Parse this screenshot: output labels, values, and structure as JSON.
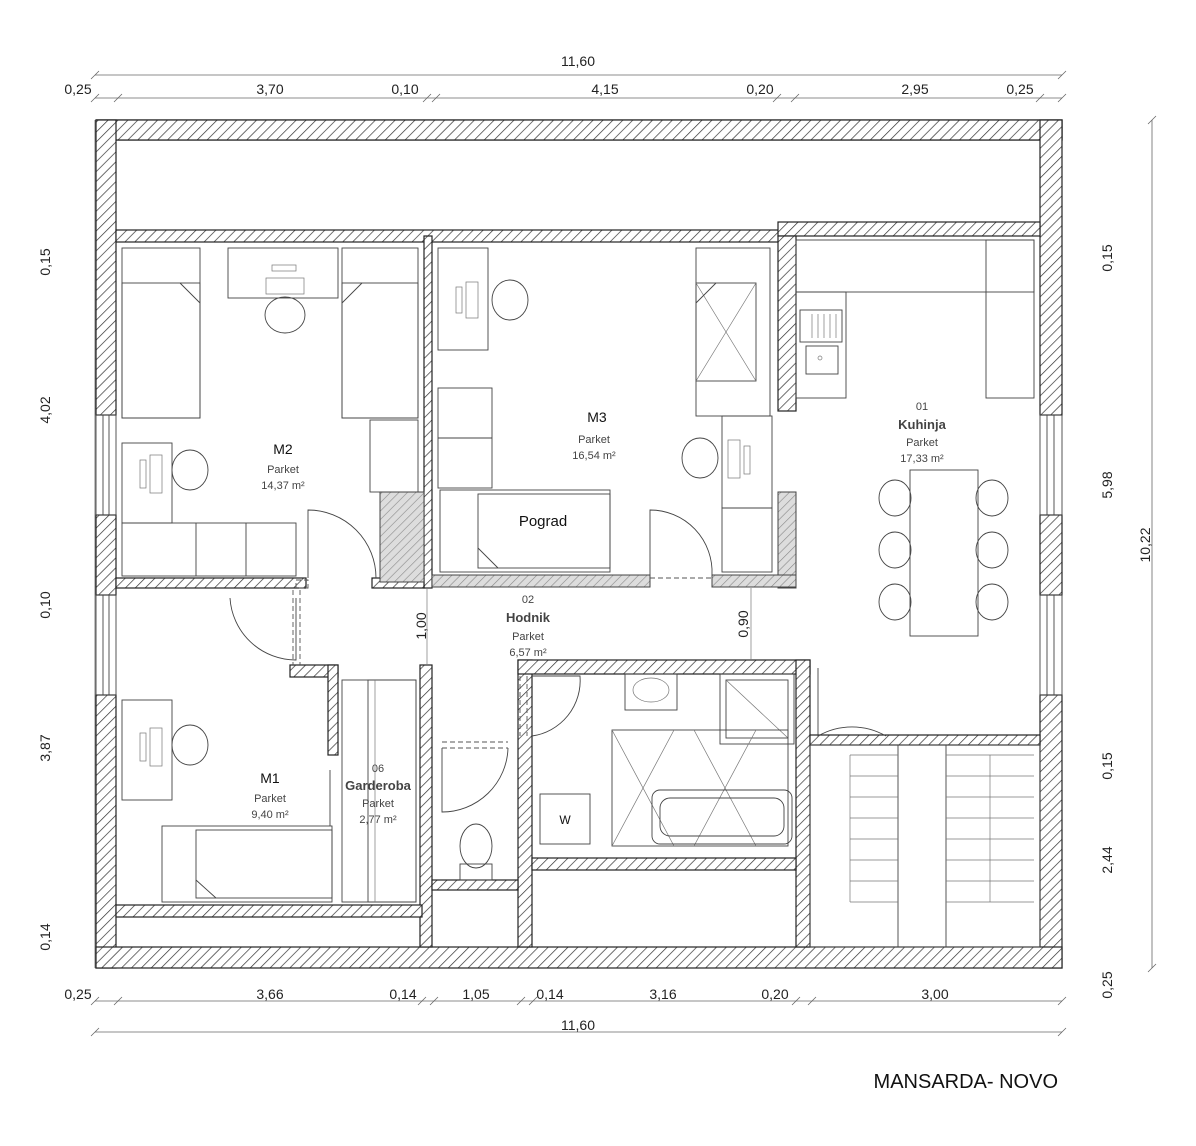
{
  "title": "MANSARDA- NOVO",
  "dimensions": {
    "top_total": "11,60",
    "top": [
      "0,25",
      "3,70",
      "0,10",
      "4,15",
      "0,20",
      "2,95",
      "0,25"
    ],
    "bottom": [
      "0,25",
      "3,66",
      "0,14",
      "1,05",
      "0,14",
      "3,16",
      "0,20",
      "3,00"
    ],
    "bottom_total": "11,60",
    "left": [
      "0,15",
      "4,02",
      "0,10",
      "3,87",
      "0,14"
    ],
    "right": [
      "0,15",
      "5,98",
      "0,15",
      "2,44",
      "0,25"
    ],
    "right_total": "10,22",
    "door_hodnik_left": "1,00",
    "door_hodnik_right": "0,90"
  },
  "rooms": {
    "m2": {
      "name": "M2",
      "floor": "Parket",
      "area": "14,37 m²"
    },
    "m3": {
      "name": "M3",
      "floor": "Parket",
      "area": "16,54 m²"
    },
    "kuhinja": {
      "number": "01",
      "name": "Kuhinja",
      "floor": "Parket",
      "area": "17,33 m²"
    },
    "hodnik": {
      "number": "02",
      "name": "Hodnik",
      "floor": "Parket",
      "area": "6,57 m²"
    },
    "m1": {
      "name": "M1",
      "floor": "Parket",
      "area": "9,40 m²"
    },
    "garderoba": {
      "number": "06",
      "name": "Garderoba",
      "floor": "Parket",
      "area": "2,77 m²"
    }
  },
  "labels": {
    "pograd": "Pograd",
    "washer": "W"
  }
}
